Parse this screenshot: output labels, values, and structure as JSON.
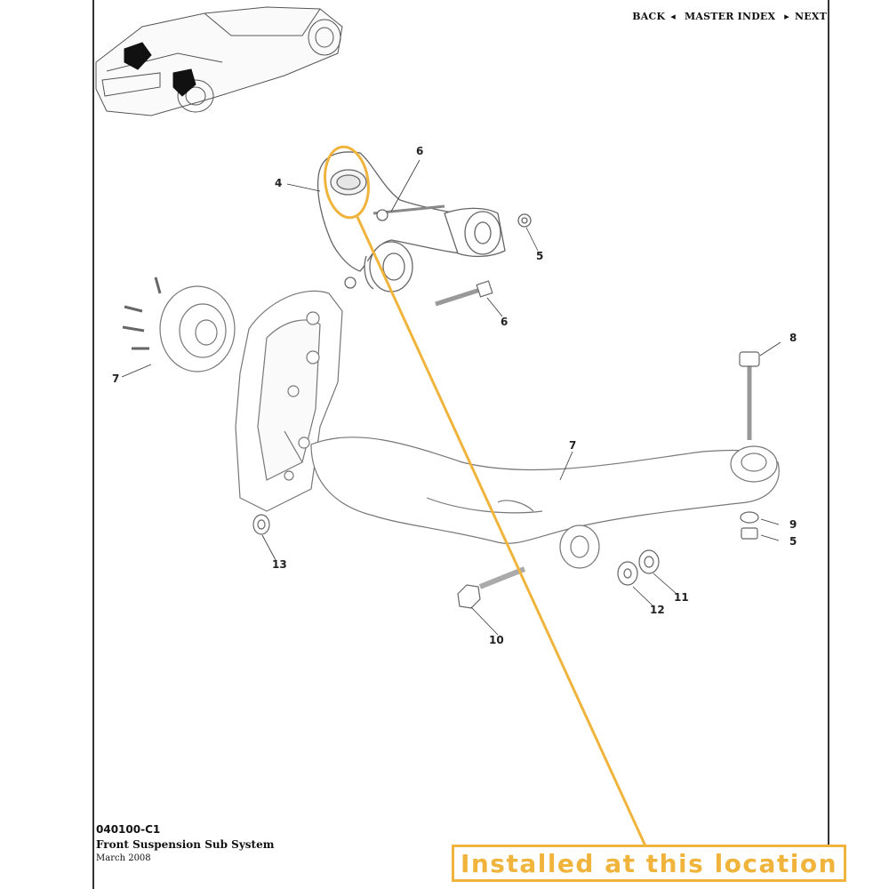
{
  "nav": {
    "back": "BACK",
    "master_index": "MASTER INDEX",
    "next": "NEXT"
  },
  "title_block": {
    "code": "040100-C1",
    "name": "Front Suspension Sub System",
    "date": "March 2008"
  },
  "callout": {
    "text": "Installed at this location",
    "color": "#f0b43c"
  },
  "parts": {
    "p4": "4",
    "p6a": "6",
    "p5a": "5",
    "p6b": "6",
    "p8": "8",
    "p7a": "7",
    "p7b": "7",
    "p9": "9",
    "p5b": "5",
    "p11": "11",
    "p12": "12",
    "p10": "10",
    "p13": "13"
  }
}
